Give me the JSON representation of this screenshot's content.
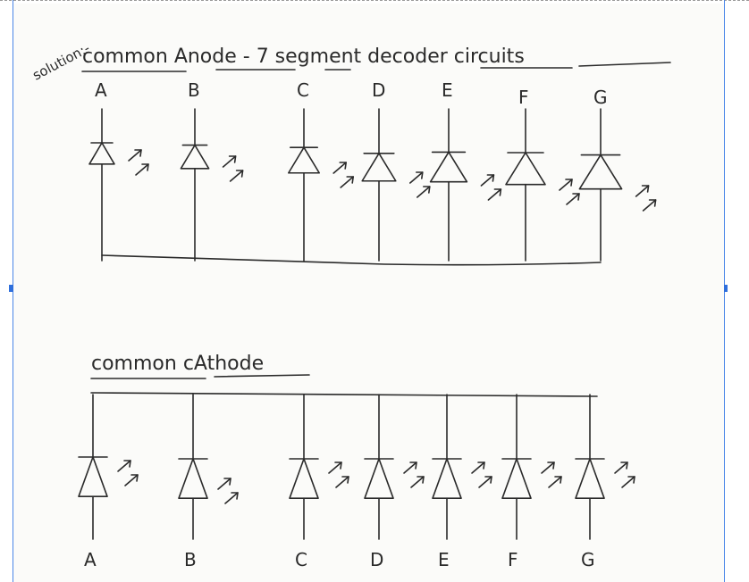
{
  "notes": {
    "solution_label": "solution:-",
    "anode_title": "common Anode - 7 segment decoder circuits",
    "cathode_title": "common cAthode"
  },
  "segments": [
    "A",
    "B",
    "C",
    "D",
    "E",
    "F",
    "G"
  ],
  "colors": {
    "ink": "#2a2a2a",
    "selection_blue": "#2f6fdc",
    "paper": "#fbfbf9"
  }
}
